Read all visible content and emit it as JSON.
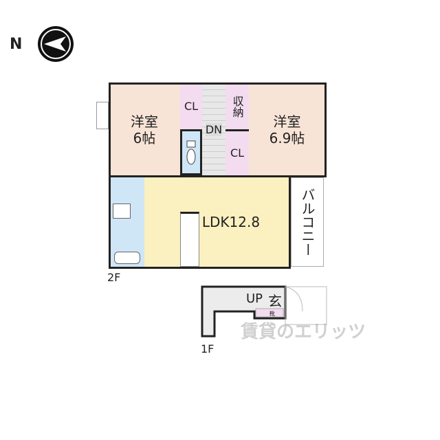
{
  "compass": {
    "label": "N"
  },
  "floor2": {
    "label": "2F",
    "rooms": {
      "western1": {
        "name": "洋室",
        "size": "6帖"
      },
      "closet1": {
        "name": "CL"
      },
      "stairs": {
        "name": "DN"
      },
      "storage": {
        "name": "収納"
      },
      "closet2": {
        "name": "CL"
      },
      "western2": {
        "name": "洋室",
        "size": "6.9帖"
      },
      "ldk": {
        "name": "LDK12.8"
      },
      "balcony": {
        "name": "バルコニー"
      }
    }
  },
  "floor1": {
    "label": "1F",
    "rooms": {
      "stairs": {
        "name": "UP"
      },
      "entrance": {
        "name": "玄"
      },
      "shoe_box": {
        "name": "靴"
      }
    }
  },
  "watermark": "賃貸のエリッツ",
  "colors": {
    "western": "#f8e4d6",
    "closet": "#f3dcef",
    "wet": "#cfe6f7",
    "ldk": "#fbf0bf",
    "stairs": "#dcdcdc"
  }
}
